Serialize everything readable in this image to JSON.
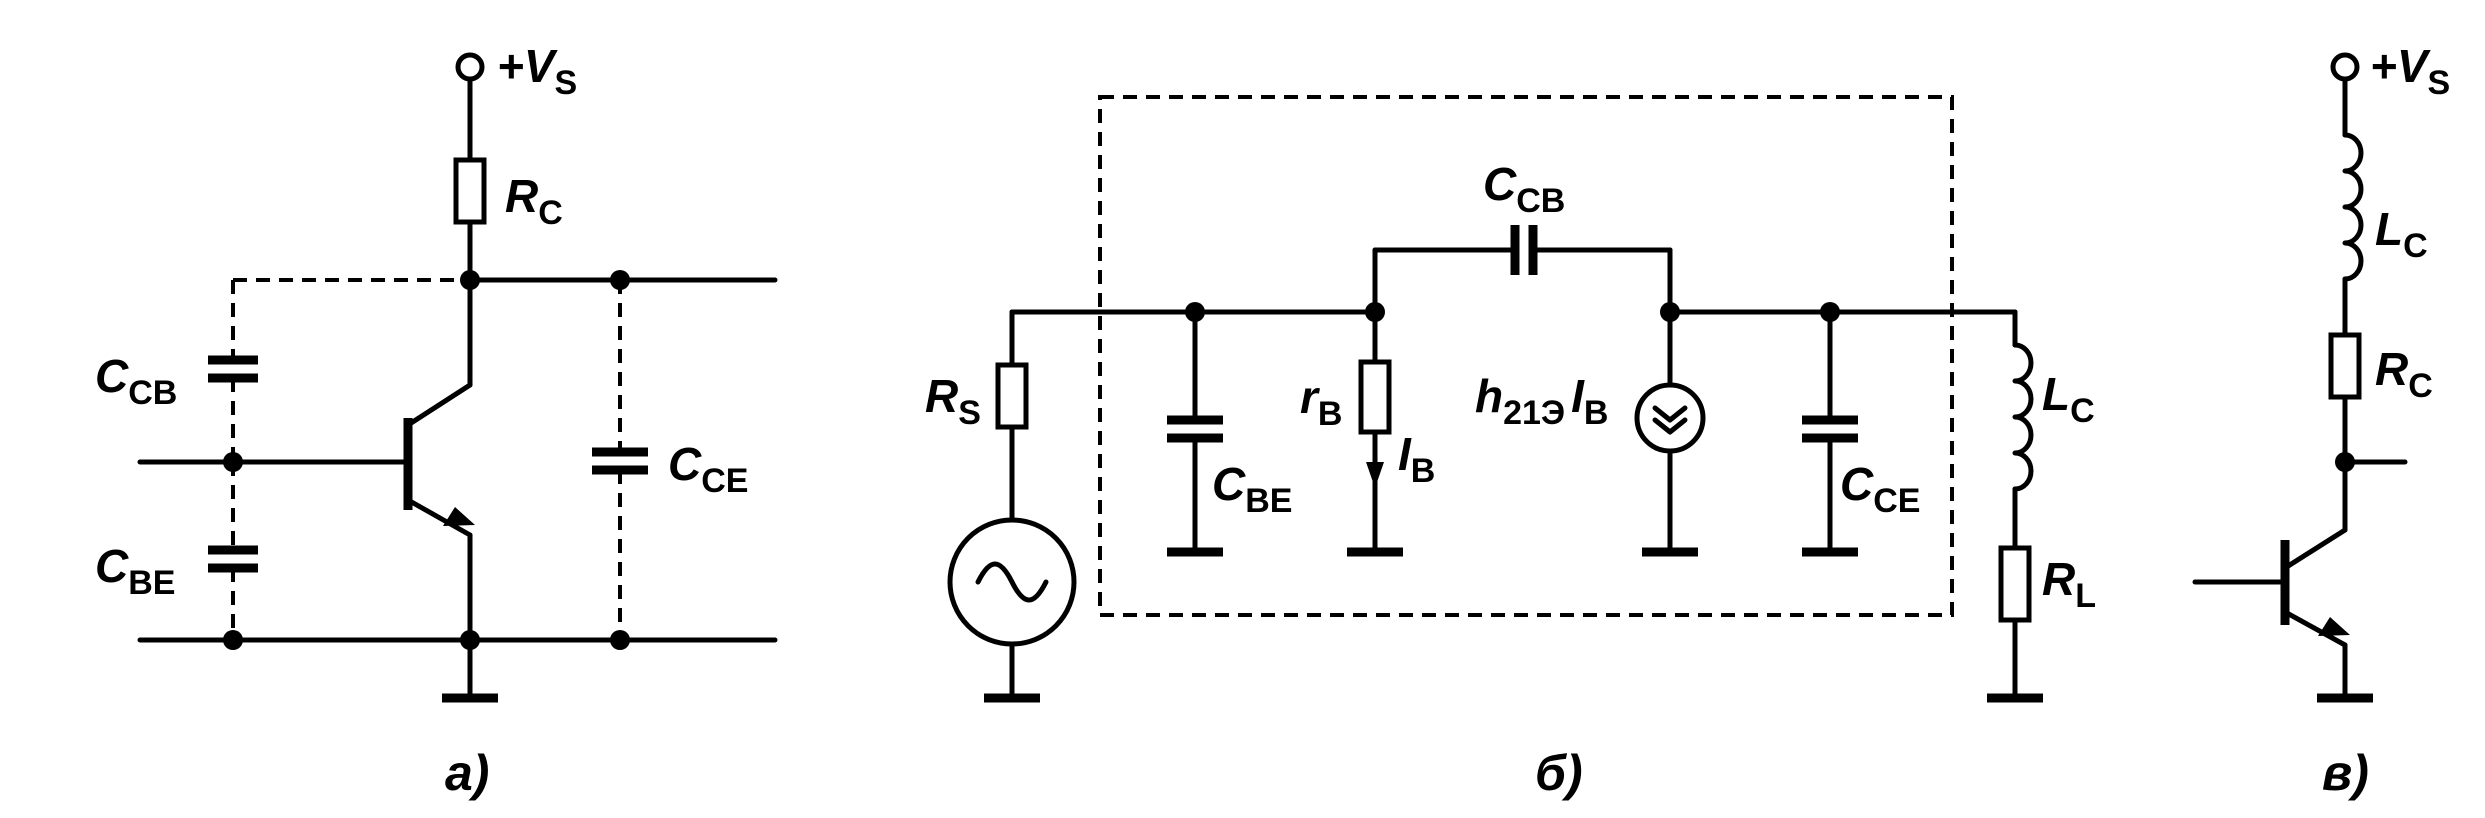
{
  "panel_a": {
    "vs_label": "+V",
    "vs_sub": "S",
    "rc_label": "R",
    "rc_sub": "C",
    "ccb_label": "C",
    "ccb_sub": "CB",
    "cbe_label": "C",
    "cbe_sub": "BE",
    "cce_label": "C",
    "cce_sub": "CE",
    "caption": "а)"
  },
  "panel_b": {
    "ccb_label": "C",
    "ccb_sub": "CB",
    "rs_label": "R",
    "rs_sub": "S",
    "cbe_label": "C",
    "cbe_sub": "BE",
    "rb_label": "r",
    "rb_sub": "B",
    "ib_label": "I",
    "ib_sub": "B",
    "gen_label": "h",
    "gen_sub": "21Э",
    "gen_i": "I",
    "gen_i_sub": "B",
    "cce_label": "C",
    "cce_sub": "CE",
    "lc_label": "L",
    "lc_sub": "C",
    "rl_label": "R",
    "rl_sub": "L",
    "caption": "б)"
  },
  "panel_c": {
    "vs_label": "+V",
    "vs_sub": "S",
    "lc_label": "L",
    "lc_sub": "C",
    "rc_label": "R",
    "rc_sub": "C",
    "caption": "в)"
  }
}
